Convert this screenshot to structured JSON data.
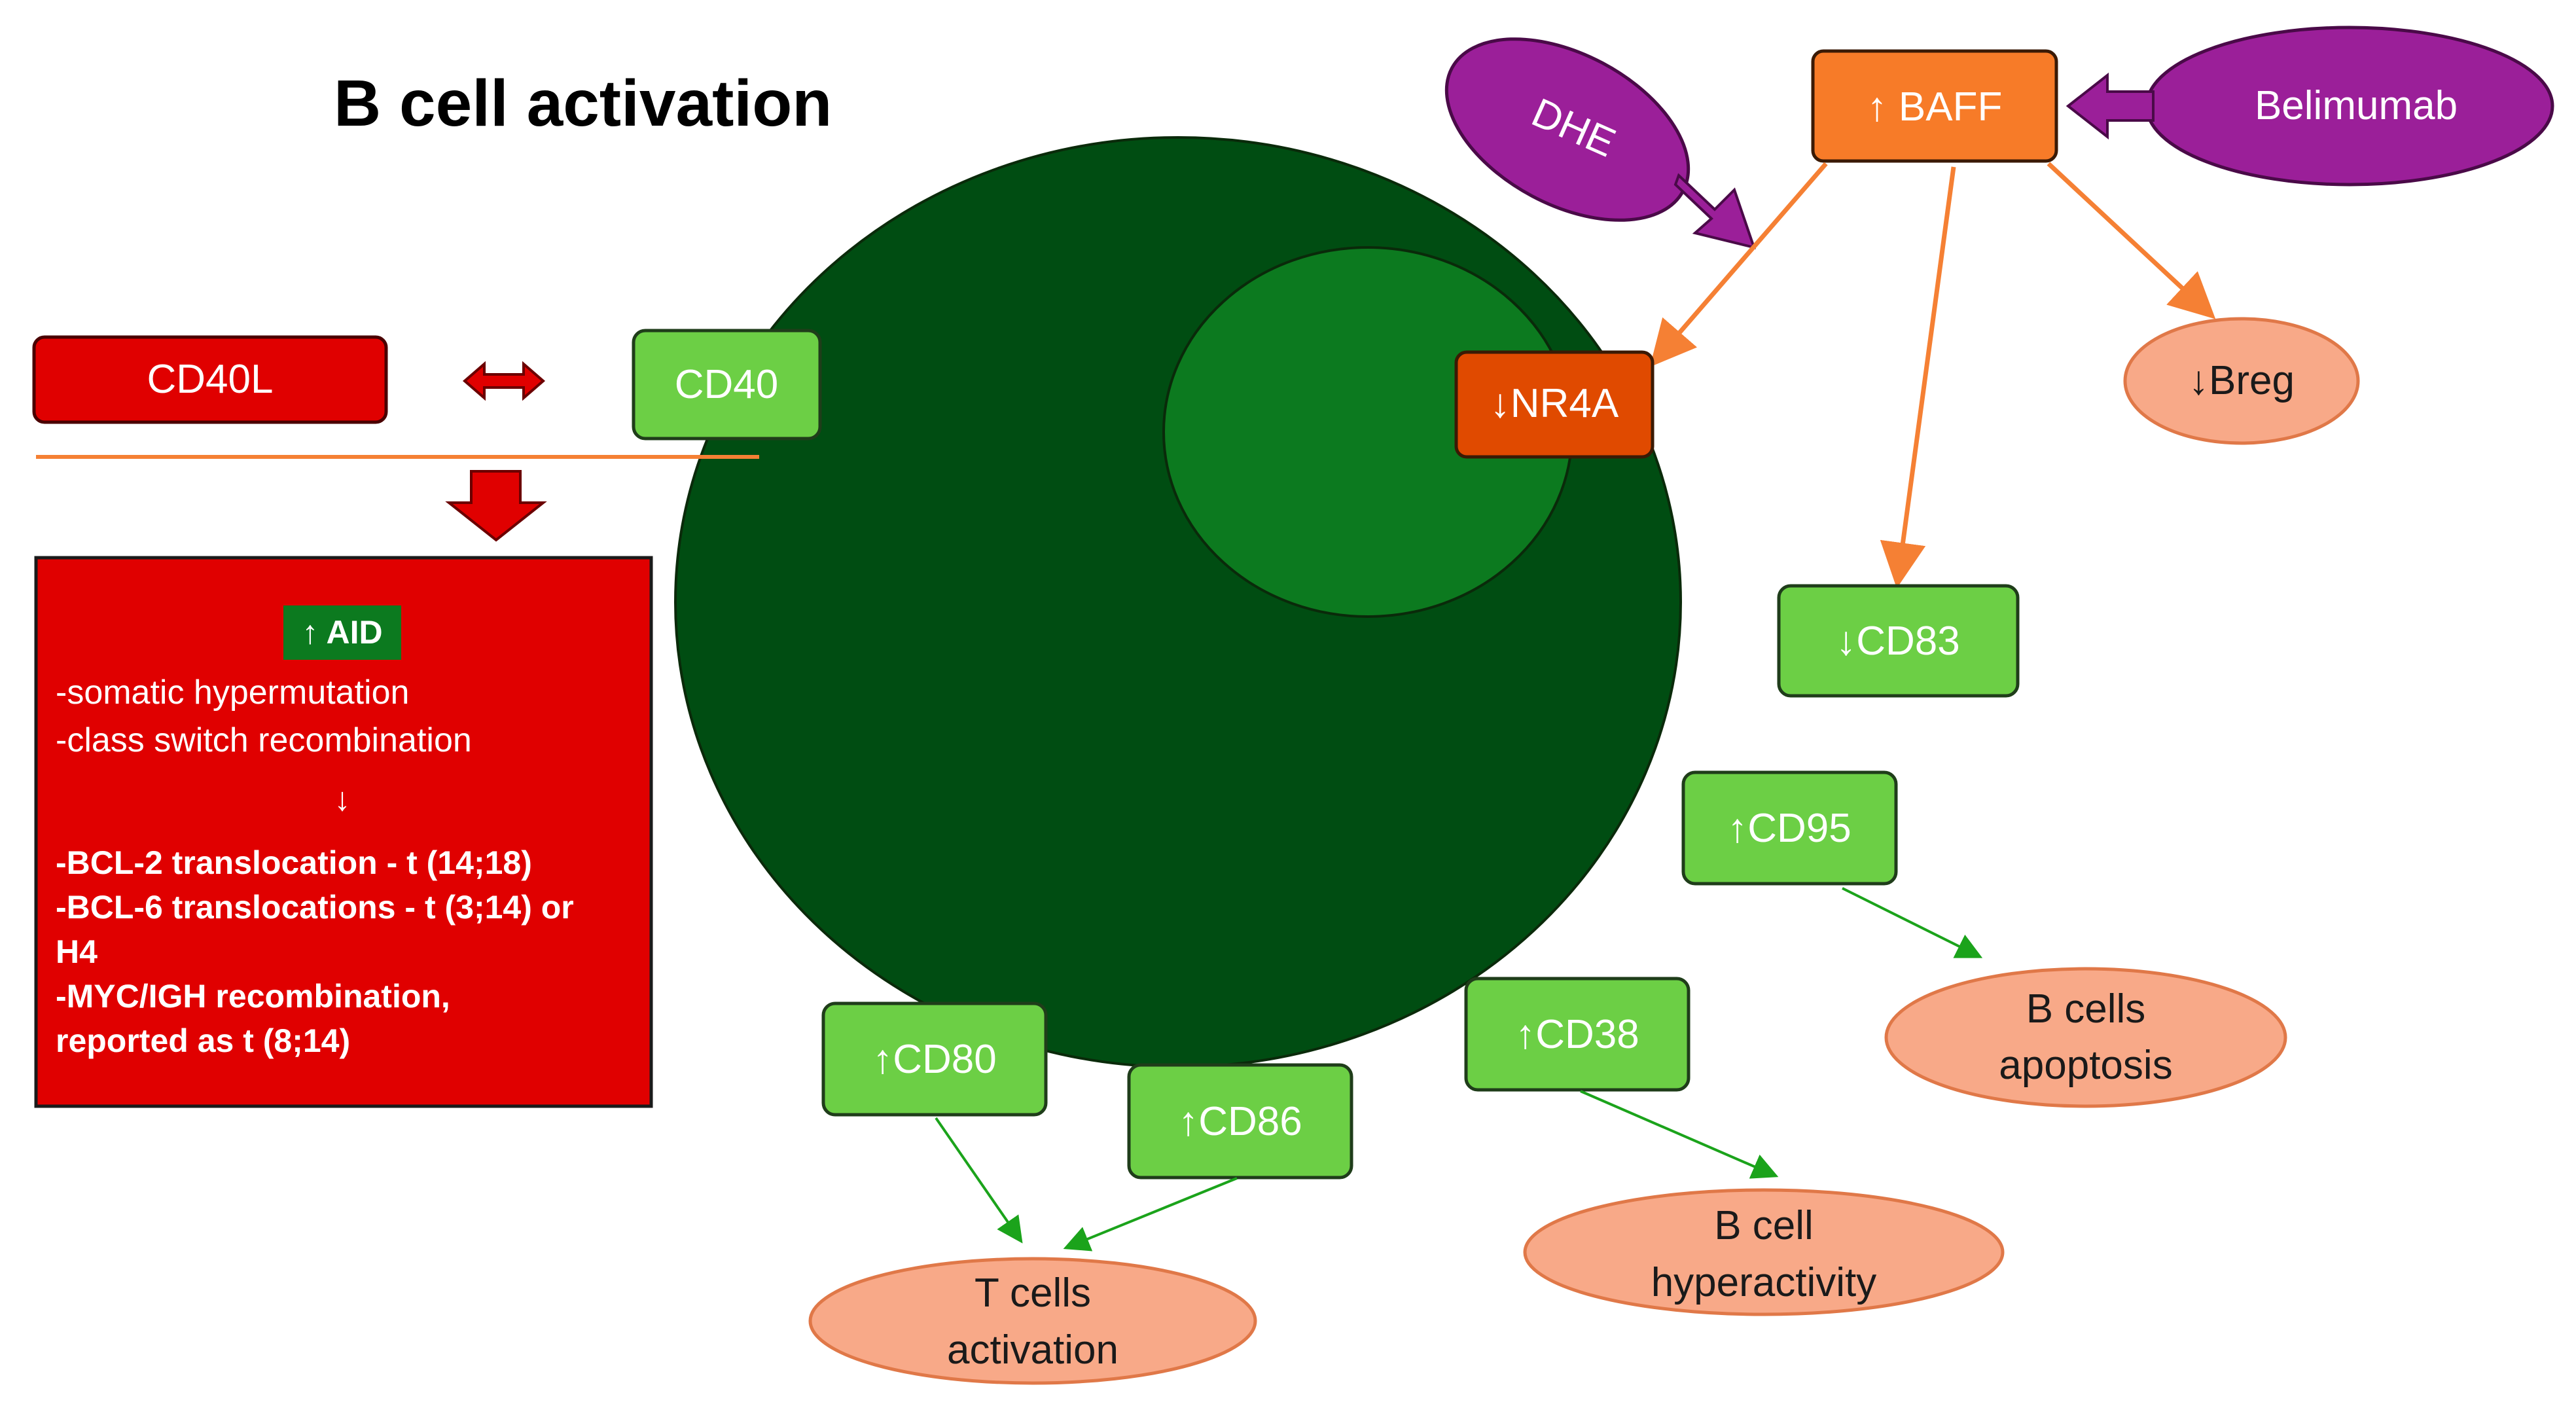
{
  "title": "B cell activation",
  "nodes": {
    "cd40l": "CD40L",
    "cd40": "CD40",
    "nr4a": "↓NR4A",
    "baff": "↑ BAFF",
    "dhe": "DHE",
    "belimumab": "Belimumab",
    "breg": "↓Breg",
    "cd83": "↓CD83",
    "cd95": "↑CD95",
    "cd38": "↑CD38",
    "cd80": "↑CD80",
    "cd86": "↑CD86"
  },
  "outcomes": {
    "apoptosis": [
      "B cells",
      "apoptosis"
    ],
    "hyperactivity": [
      "B cell",
      "hyperactivity"
    ],
    "tcells": [
      "T cells",
      "activation"
    ]
  },
  "aid_box": {
    "heading": "↑ AID",
    "lines": [
      "-somatic hypermutation",
      "-class switch recombination"
    ],
    "arrow": "↓",
    "bold_lines": [
      "-BCL-2 translocation  - t (14;18)",
      "-BCL-6 translocations  - t (3;14) or",
      "H4",
      "-MYC/IGH recombination,",
      "reported as t (8;14)"
    ]
  },
  "colors": {
    "cell": "#004d12",
    "nucleus": "#0c7a1f",
    "green_box": "#6ccf45",
    "red_box": "#e00000",
    "orange_box": "#e04a00",
    "baff_box": "#f77b28",
    "purple": "#9b1f99",
    "salmon": "#f8a988",
    "orange_line": "#f58034",
    "green_line": "#1ba31b",
    "aid_highlight": "#0c7a1f"
  }
}
